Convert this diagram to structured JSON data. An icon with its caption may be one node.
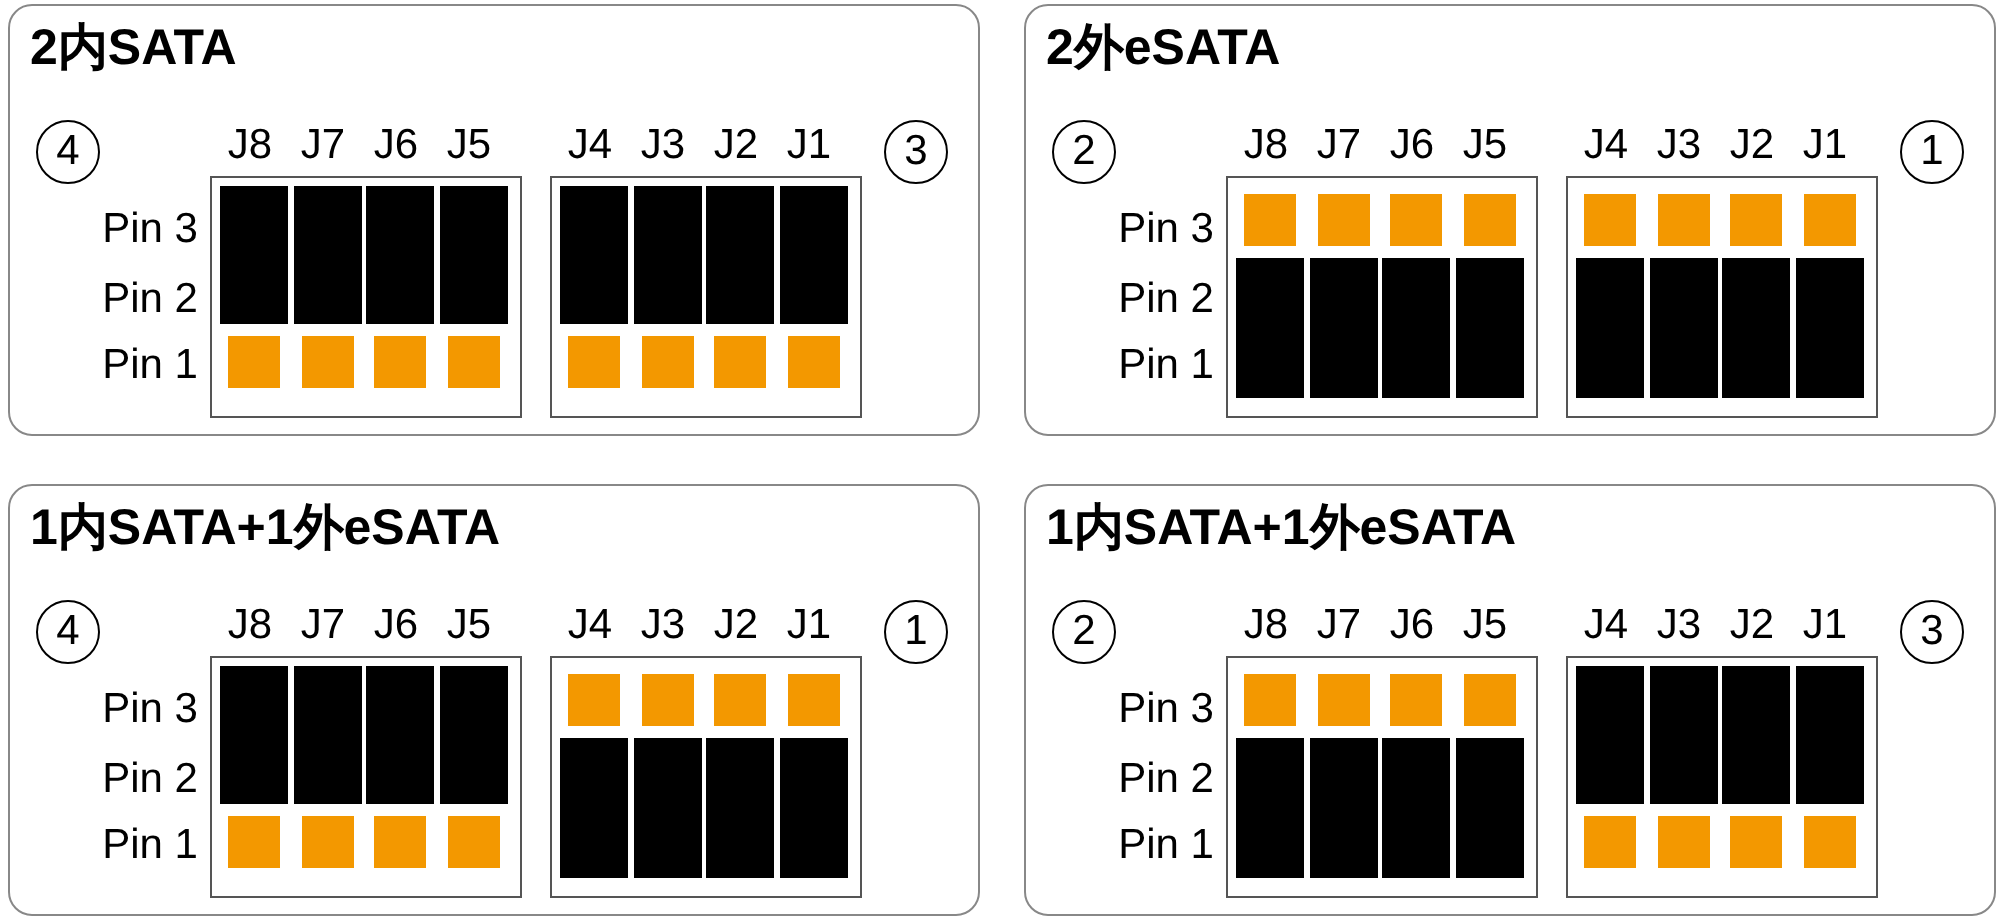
{
  "diagram": {
    "nodes": [
      {
        "text": [
          "2内SATA"
        ]
      },
      {
        "text": [
          "4"
        ],
        "in": 0
      },
      {
        "text": [
          "J8",
          "J7",
          "J6",
          "J5"
        ],
        "in": 0
      },
      {
        "text": [
          "J4",
          "J3",
          "J2",
          "J1"
        ],
        "in": 0
      },
      {
        "text": [
          "3"
        ],
        "in": 0
      },
      {
        "text": [
          "2外eSATA"
        ]
      },
      {
        "text": [
          "2"
        ],
        "in": 5
      },
      {
        "text": [
          "J8",
          "J7",
          "J6",
          "J5"
        ],
        "in": 5
      },
      {
        "text": [
          "J4",
          "J3",
          "J2",
          "J1"
        ],
        "in": 5
      },
      {
        "text": [
          "1"
        ],
        "in": 5
      },
      {
        "text": [
          "1内SATA+1外eSATA"
        ]
      },
      {
        "text": [
          "4"
        ],
        "in": 10
      },
      {
        "text": [
          "J8",
          "J7",
          "J6",
          "J5"
        ],
        "in": 10
      },
      {
        "text": [
          "J4",
          "J3",
          "J2",
          "J1"
        ],
        "in": 10
      },
      {
        "text": [
          "1"
        ],
        "in": 10
      },
      {
        "text": [
          "1内SATA+1外eSATA"
        ]
      },
      {
        "text": [
          "2"
        ],
        "in": 15
      },
      {
        "text": [
          "J8",
          "J7",
          "J6",
          "J5"
        ],
        "in": 15
      },
      {
        "text": [
          "J4",
          "J3",
          "J2",
          "J1"
        ],
        "in": 15
      },
      {
        "text": [
          "3"
        ],
        "in": 15
      }
    ],
    "labels": [
      "Pin 3",
      "Pin 2",
      "Pin 1",
      "Pin 3",
      "Pin 2",
      "Pin 1",
      "Pin 3",
      "Pin 2",
      "Pin 1",
      "Pin 3",
      "Pin 2",
      "Pin 1"
    ]
  }
}
